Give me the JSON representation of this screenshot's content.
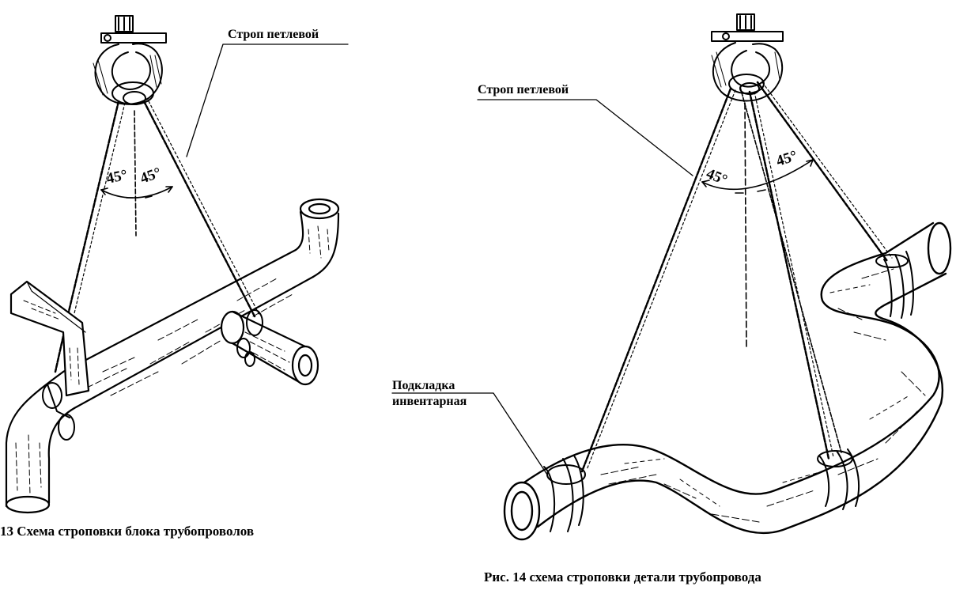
{
  "fig13": {
    "sling_label": "Строп петлевой",
    "angle_left": "45°",
    "angle_right": "45°",
    "caption": "13 Схема строповки блока трубопроволов"
  },
  "fig14": {
    "sling_label": "Строп петлевой",
    "pad_label_line1": "Подкладка",
    "pad_label_line2": "инвентарная",
    "angle_left": "45°",
    "angle_right": "45°",
    "caption": "Рис. 14 схема строповки детали трубопровода"
  },
  "colors": {
    "ink": "#000000",
    "paper": "#ffffff"
  }
}
